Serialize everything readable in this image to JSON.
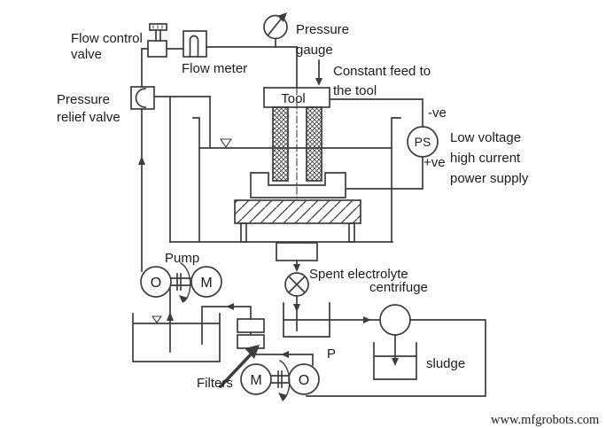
{
  "diagram": {
    "title_hint": "Electrochemical machining setup schematic",
    "colors": {
      "line": "#3d3d3d",
      "text": "#1c1c1c",
      "background": "#ffffff"
    },
    "labels": {
      "flow_control_valve_1": "Flow control",
      "flow_control_valve_2": "valve",
      "flow_meter": "Flow meter",
      "pressure_gauge_1": "Pressure",
      "pressure_gauge_2": "gauge",
      "pressure_relief_1": "Pressure",
      "pressure_relief_2": "relief valve",
      "constant_feed_1": "Constant feed to",
      "constant_feed_2": "the tool",
      "tool": "Tool",
      "negative_terminal": "-ve",
      "positive_terminal": "+ve",
      "power_supply_circle": "PS",
      "power_supply_1": "Low voltage",
      "power_supply_2": "high current",
      "power_supply_3": "power supply",
      "pump": "Pump",
      "pump_impeller": "O",
      "pump_motor": "M",
      "spent_electrolyte": "Spent electrolyte",
      "centrifuge": "centrifuge",
      "p_point": "P",
      "sludge": "sludge",
      "filters": "Filters",
      "filter_motor": "M",
      "filter_pump": "O",
      "watermark": "www.mfgrobots.com"
    }
  }
}
